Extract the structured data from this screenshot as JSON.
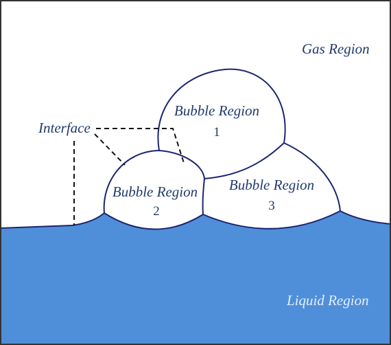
{
  "labels": {
    "gas_region": "Gas Region",
    "liquid_region": "Liquid Region",
    "interface": "Interface",
    "bubble_1_name": "Bubble Region",
    "bubble_1_num": "1",
    "bubble_2_name": "Bubble Region",
    "bubble_2_num": "2",
    "bubble_3_name": "Bubble Region",
    "bubble_3_num": "3"
  },
  "colors": {
    "liquid": "#4f8fd9",
    "outline": "#1c2470",
    "frame": "#333333",
    "text": "#1f3a6b",
    "liquid_text": "#e6eefb"
  }
}
